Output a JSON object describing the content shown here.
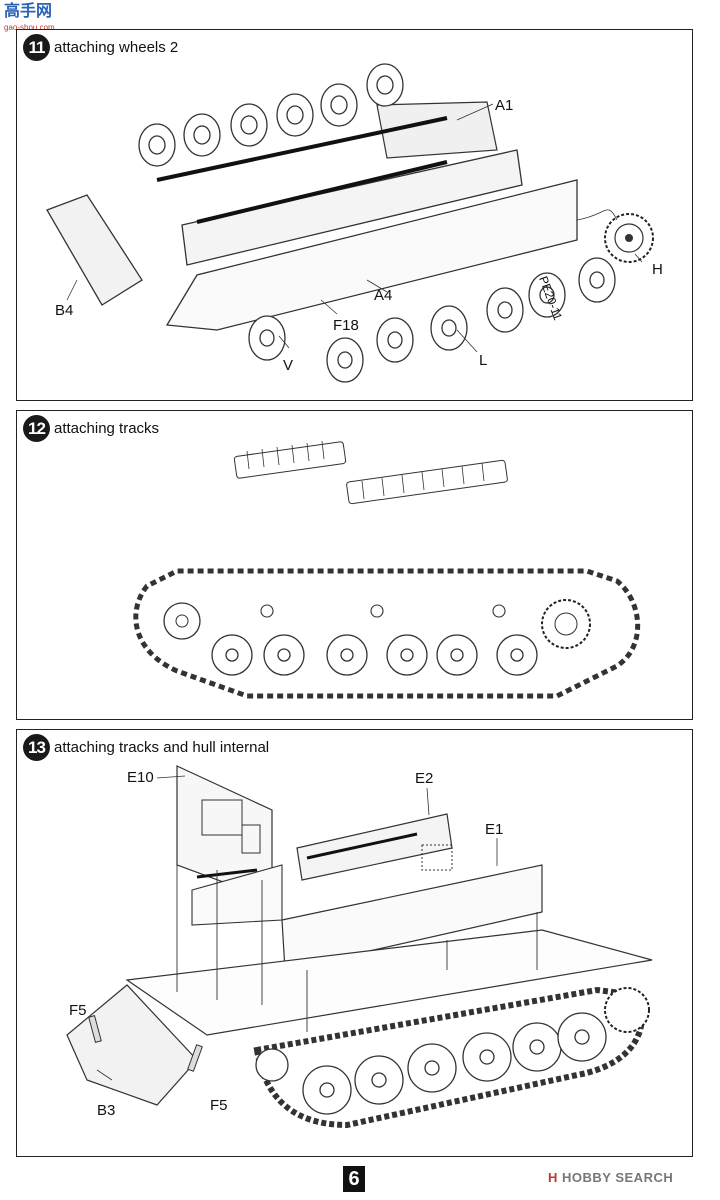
{
  "watermark_top": {
    "main": "高手网",
    "sub": "gao-shou.com"
  },
  "steps": [
    {
      "number": "11",
      "title": "attaching wheels 2",
      "part_labels": {
        "a1": "A1",
        "b4": "B4",
        "a4": "A4",
        "f18": "F18",
        "v": "V",
        "l": "L",
        "h": "H",
        "pe": "PE20-11"
      }
    },
    {
      "number": "12",
      "title": "attaching tracks",
      "part_labels": {}
    },
    {
      "number": "13",
      "title": "attaching tracks and hull internal",
      "part_labels": {
        "e10": "E10",
        "e2": "E2",
        "e1": "E1",
        "f5a": "F5",
        "f5b": "F5",
        "b3": "B3"
      }
    }
  ],
  "page_number": "6",
  "watermark_bottom": {
    "logo": "H",
    "text": "HOBBY SEARCH"
  }
}
